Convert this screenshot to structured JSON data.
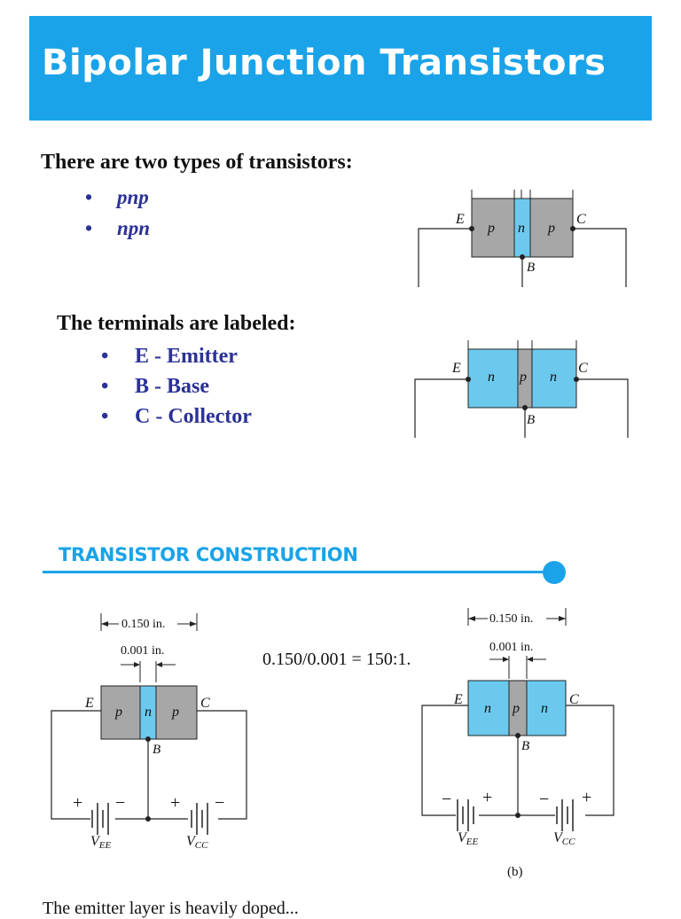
{
  "banner": {
    "title": "Bipolar Junction Transistors",
    "color": "#1aa3e8"
  },
  "types": {
    "heading": "There are two types of transistors:",
    "items": [
      "pnp",
      "npn"
    ]
  },
  "terminals": {
    "heading": "The terminals are labeled:",
    "items": [
      "E - Emitter",
      "B - Base",
      "C - Collector"
    ]
  },
  "section": {
    "title": "TRANSISTOR CONSTRUCTION"
  },
  "ratio": "0.150/0.001 = 150:1.",
  "diagram_labels": {
    "emitter": "E",
    "base": "B",
    "collector": "C",
    "p": "p",
    "n": "n",
    "width_outer": "0.150 in.",
    "width_inner": "0.001 in.",
    "vee_main": "V",
    "vee_sub": "EE",
    "vcc_main": "V",
    "vcc_sub": "CC",
    "plus": "+",
    "minus": "−"
  },
  "caption": "(b)",
  "footer_partial": "The emitter layer is heavily doped...",
  "colors": {
    "p_region": "#a7a7a7",
    "n_region": "#6cc9ee",
    "text_blue": "#2b3196"
  }
}
